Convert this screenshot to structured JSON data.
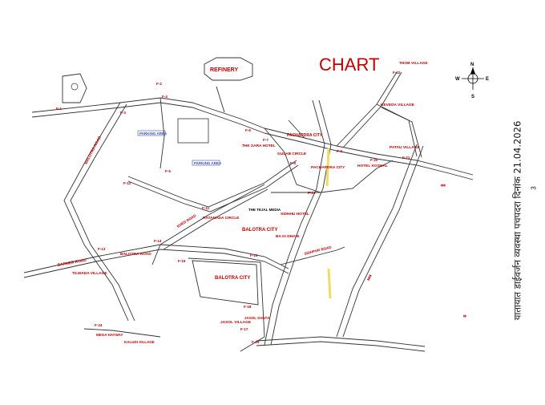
{
  "map": {
    "title": "CHART",
    "compass": {
      "n": "N",
      "s": "S",
      "e": "E",
      "w": "W"
    },
    "vertical_note": "यातायात डाईवर्जन व्यवस्था पचपदरा दिनांक 21.04.2026",
    "page_number": "3",
    "places": [
      {
        "id": "refinery",
        "text": "REFINERY"
      },
      {
        "id": "thob-village",
        "text": "THOB VILLAGE"
      },
      {
        "id": "reveda-village",
        "text": "REVEDA VILLAGE"
      },
      {
        "id": "patau-village",
        "text": "PATAU VILLAGE"
      },
      {
        "id": "pachapdra-city-1",
        "text": "PACHAPDRA CITY"
      },
      {
        "id": "pachapdra-city-2",
        "text": "PACHAPDRA CITY"
      },
      {
        "id": "the-sara-hotel",
        "text": "THE SARA HOTEL"
      },
      {
        "id": "gulab-circle",
        "text": "GULAB CIRCLE"
      },
      {
        "id": "hotel-koshal",
        "text": "HOTEL KOSHAL"
      },
      {
        "id": "parking-area-1",
        "text": "PARKING AREA"
      },
      {
        "id": "parking-area-2",
        "text": "PARKING AREA"
      },
      {
        "id": "balotra-road-1",
        "text": "BALOTRA ROAD"
      },
      {
        "id": "balotra-road-2",
        "text": "BALOTRA ROAD"
      },
      {
        "id": "barmer-road",
        "text": "BARMER ROAD"
      },
      {
        "id": "tilwada-village",
        "text": "TILWADA VILLAGE"
      },
      {
        "id": "balotra-city-1",
        "text": "BALOTRA CITY"
      },
      {
        "id": "balotra-city-2",
        "text": "BALOTRA CITY"
      },
      {
        "id": "ratanada-circle",
        "text": "RATANADA CIRCLE"
      },
      {
        "id": "the-tejal-media",
        "text": "THE TEJAL MEDIA"
      },
      {
        "id": "sidhhu-hotel",
        "text": "SIDHHU HOTEL"
      },
      {
        "id": "ba-ki-dhani",
        "text": "BA KI DHANI"
      },
      {
        "id": "jasol-village",
        "text": "JASOL VILLAGE"
      },
      {
        "id": "jasol-santa",
        "text": "JASOL SANTA"
      },
      {
        "id": "mega-highway",
        "text": "MEGA HAYWAY"
      },
      {
        "id": "kalude-village",
        "text": "KALUDI VILLAGE"
      },
      {
        "id": "sidhpur-road",
        "text": "SIDHPUR ROAD"
      },
      {
        "id": "khed-road",
        "text": "KHED ROAD"
      }
    ],
    "checkpoints": [
      {
        "id": "F-1",
        "text": "F-1"
      },
      {
        "id": "F-2",
        "text": "F-2"
      },
      {
        "id": "F-3",
        "text": "F-3"
      },
      {
        "id": "F-4",
        "text": "F-4"
      },
      {
        "id": "F-5",
        "text": "F-5"
      },
      {
        "id": "F-6",
        "text": "F-6"
      },
      {
        "id": "F-7",
        "text": "F-7"
      },
      {
        "id": "F-8",
        "text": "F-8"
      },
      {
        "id": "F-9",
        "text": "F-9"
      },
      {
        "id": "F-11",
        "text": "F-11"
      },
      {
        "id": "F-12",
        "text": "F-12"
      },
      {
        "id": "F-13",
        "text": "F-13"
      },
      {
        "id": "F-14",
        "text": "F-14"
      },
      {
        "id": "F-15",
        "text": "F-15"
      },
      {
        "id": "F-16",
        "text": "F-16"
      },
      {
        "id": "F-17",
        "text": "F-17"
      },
      {
        "id": "F-18",
        "text": "F-18"
      },
      {
        "id": "F-19",
        "text": "F-19"
      },
      {
        "id": "F-20",
        "text": "F-20"
      },
      {
        "id": "F-21",
        "text": "F-21"
      },
      {
        "id": "F-22",
        "text": "F-22"
      },
      {
        "id": "F-23",
        "text": "F-23"
      },
      {
        "id": "F-24",
        "text": "F-24"
      }
    ],
    "colors": {
      "label": "#c00000",
      "road": "#333333",
      "highlight": "#f2dc5d",
      "parking_box": "#3b4fa8"
    }
  }
}
